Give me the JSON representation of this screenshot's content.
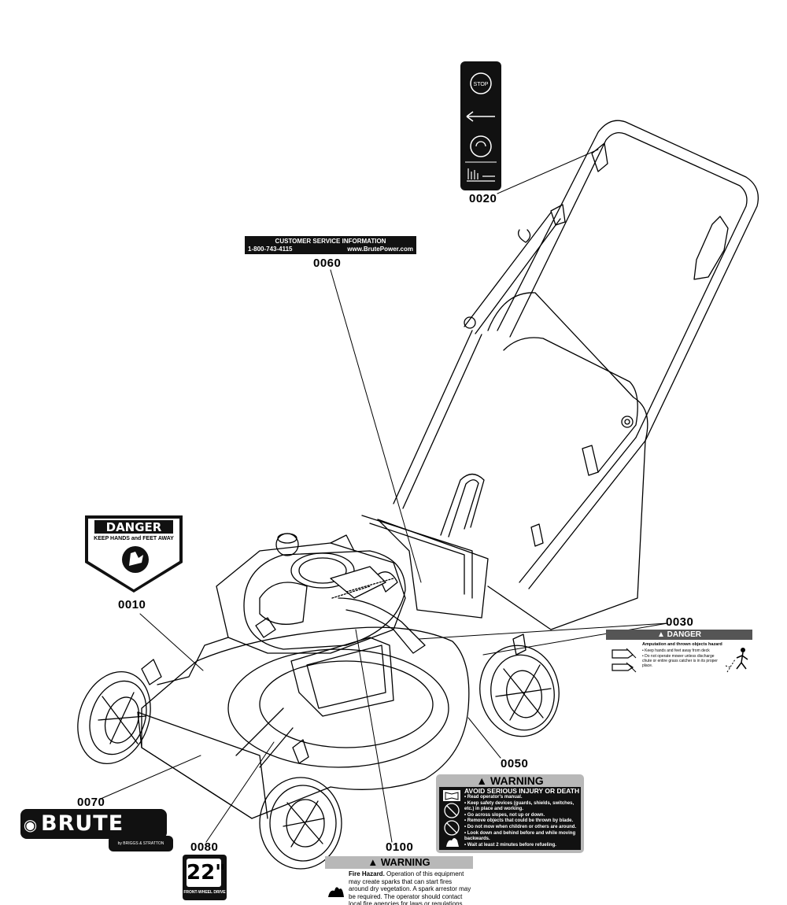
{
  "diagram": {
    "part_numbers": {
      "p0020": "0020",
      "p0060": "0060",
      "p0010": "0010",
      "p0030": "0030",
      "p0050": "0050",
      "p0070": "0070",
      "p0080": "0080",
      "p0100": "0100"
    },
    "customer_service_decal": {
      "title": "CUSTOMER SERVICE INFORMATION",
      "phone": "1-800-743-4115",
      "url": "www.BrutePower.com"
    },
    "stop_decal": {
      "stop_text": "STOP"
    },
    "danger_decal_0010": {
      "title": "DANGER",
      "text": "KEEP HANDS and FEET AWAY"
    },
    "danger_decal_0030": {
      "title": "DANGER",
      "line1": "Amputation and thrown objects hazard",
      "line2": "• Keep hands and feet away from deck",
      "line3": "• Do not operate mower unless discharge chute or entire grass catcher is in its proper place."
    },
    "warning_decal_0050": {
      "title": "WARNING",
      "subtitle": "AVOID SERIOUS INJURY OR DEATH",
      "lines": [
        "• Read operator's manual.",
        "• Keep safety devices (guards, shields, switches,",
        "  etc.) in place and working.",
        "• Go across slopes, not up or down.",
        "• Remove objects that could be thrown by blade.",
        "• Do not mow when children or others are around.",
        "• Look down and behind before and while moving",
        "  backwards.",
        "• Wait at least 2 minutes before refueling."
      ]
    },
    "warning_decal_0100": {
      "title": "WARNING",
      "lead": "Fire Hazard.",
      "text": "Operation of this equipment may create sparks that can start fires around dry vegetation. A spark arrestor may be required. The operator should contact local fire agencies for laws or regulations relating"
    },
    "brute_logo": {
      "brand": "BRUTE",
      "by": "by BRIGGS & STRATTON"
    },
    "size_decal": {
      "size": "22\"",
      "caption": "FRONT-WHEEL DRIVE"
    }
  }
}
